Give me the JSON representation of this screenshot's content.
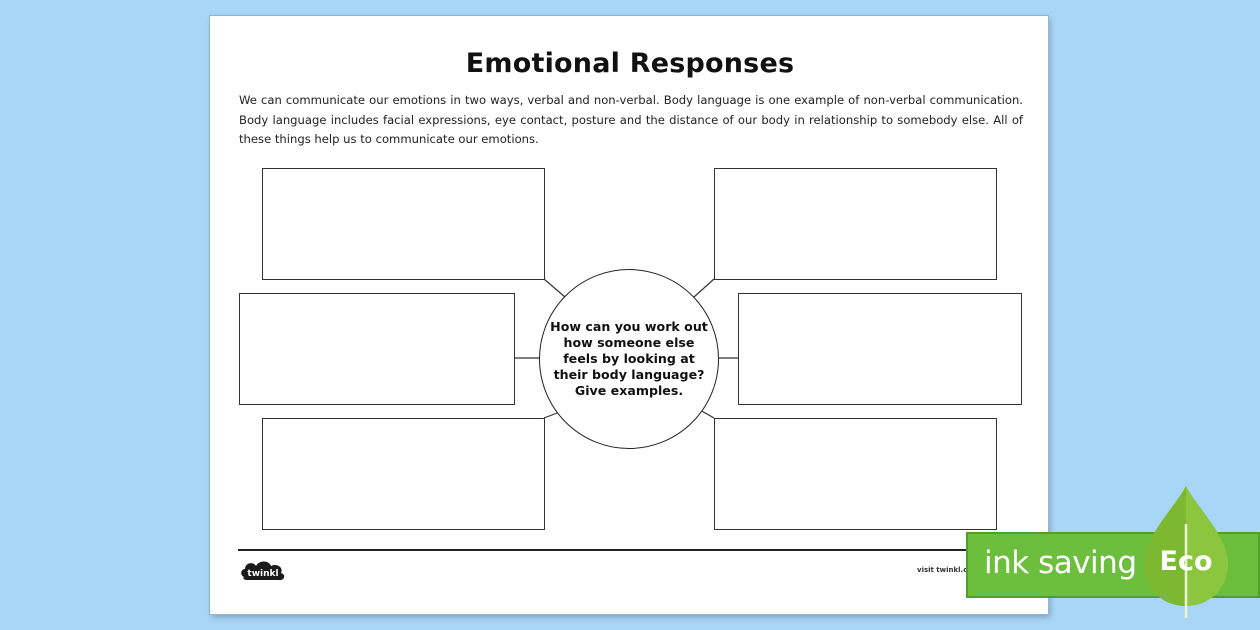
{
  "worksheet": {
    "title": "Emotional Responses",
    "intro": "We can communicate our emotions in two ways, verbal and non-verbal. Body language is one example of non-verbal communication. Body language includes facial expressions, eye contact, posture and the distance of our body in relationship to somebody else. All of these things help us to communicate our emotions.",
    "center_question": "How can you work out how someone else feels by looking at their body language? Give examples.",
    "answer_boxes": [
      "",
      "",
      "",
      "",
      "",
      ""
    ]
  },
  "footer": {
    "logo_text": "twinkl",
    "visit_text": "visit twinkl.co"
  },
  "eco_badge": {
    "label": "ink saving",
    "word": "Eco"
  },
  "colors": {
    "background": "#a7d6f7",
    "eco_green": "#6cbf3d",
    "drop_green": "#8cc63f"
  }
}
